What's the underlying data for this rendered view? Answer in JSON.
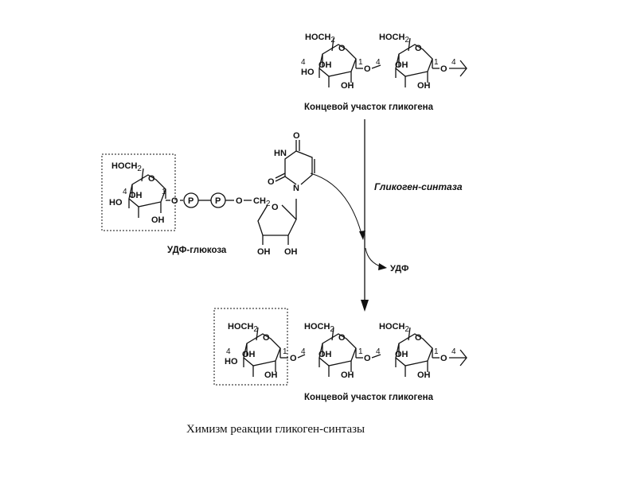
{
  "labels": {
    "hoch2": "HOCH",
    "sub2": "2",
    "oh": "OH",
    "ho": "HO",
    "o": "O",
    "p": "P",
    "n": "N",
    "hn": "HN",
    "ch2": "CH",
    "c1": "1",
    "c4": "4"
  },
  "glycogen_end_top": "Концевой участок гликогена",
  "glycogen_end_bottom": "Концевой участок гликогена",
  "udp_glucose": "УДФ-глюкоза",
  "enzyme": "Гликоген-синтаза",
  "udp": "УДФ",
  "caption": "Химизм реакции гликоген-синтазы"
}
